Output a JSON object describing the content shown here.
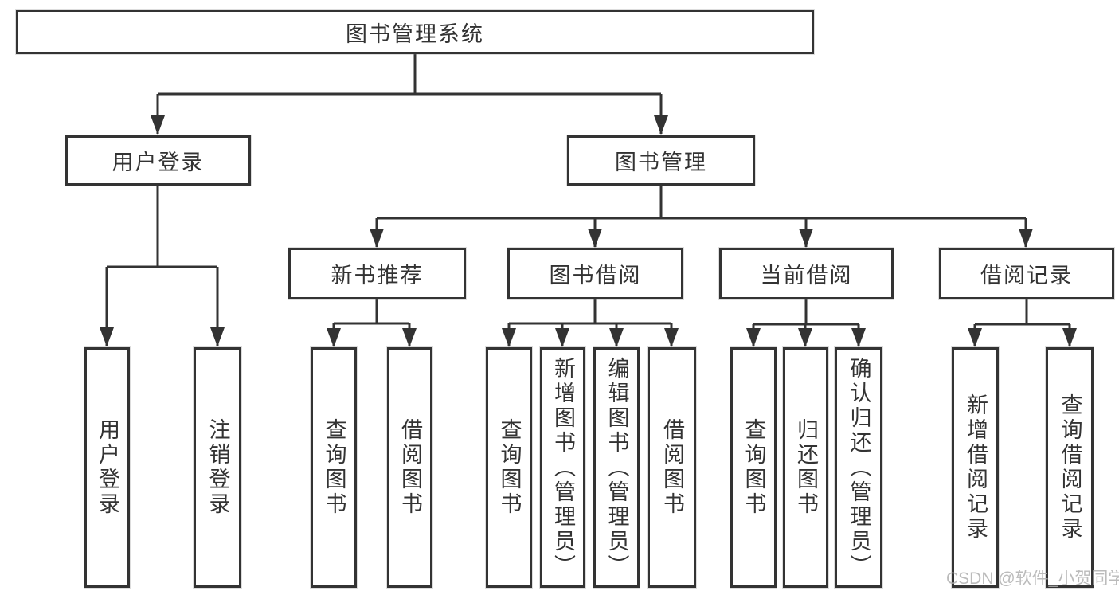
{
  "diagram": {
    "root": {
      "label": "图书管理系统"
    },
    "branches": [
      {
        "label": "用户登录",
        "children": [
          {
            "label": "用户登录"
          },
          {
            "label": "注销登录"
          }
        ]
      },
      {
        "label": "图书管理",
        "children": [
          {
            "label": "新书推荐",
            "children": [
              {
                "label": "查询图书"
              },
              {
                "label": "借阅图书"
              }
            ]
          },
          {
            "label": "图书借阅",
            "children": [
              {
                "label": "查询图书"
              },
              {
                "label": "新增图书（管理员）"
              },
              {
                "label": "编辑图书（管理员）"
              },
              {
                "label": "借阅图书"
              }
            ]
          },
          {
            "label": "当前借阅",
            "children": [
              {
                "label": "查询图书"
              },
              {
                "label": "归还图书"
              },
              {
                "label": "确认归还（管理员）"
              }
            ]
          },
          {
            "label": "借阅记录",
            "children": [
              {
                "label": "新增借阅记录"
              },
              {
                "label": "查询借阅记录"
              }
            ]
          }
        ]
      }
    ]
  },
  "watermark": {
    "text": "CSDN @软件_小贺同学"
  },
  "colors": {
    "line": "#333333",
    "text": "#333333",
    "node_fill": "#ffffff",
    "background": "#ffffff",
    "watermark": "#b0b0b0"
  }
}
